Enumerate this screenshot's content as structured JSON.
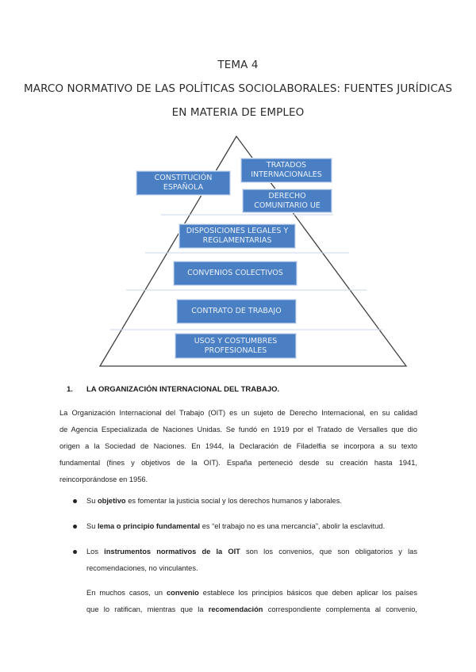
{
  "header": {
    "tema": "TEMA 4",
    "title_line1": "MARCO NORMATIVO DE LAS POLÍTICAS SOCIOLABORALES: FUENTES JURÍDICAS",
    "title_line2": "EN MATERIA DE EMPLEO"
  },
  "pyramid": {
    "constitucion": [
      "CONSTITUCIÓN",
      "ESPAÑOLA"
    ],
    "tratados": [
      "TRATADOS",
      "INTERNACIONALES"
    ],
    "derecho_ue": [
      "DERECHO",
      "COMUNITARIO UE"
    ],
    "disposiciones": [
      "DISPOSICIONES LEGALES Y",
      "REGLAMENTARIAS"
    ],
    "convenios": [
      "CONVENIOS COLECTIVOS"
    ],
    "contrato": [
      "CONTRATO DE TRABAJO"
    ],
    "usos": [
      "USOS Y COSTUMBRES",
      "PROFESIONALES"
    ]
  },
  "section": {
    "number": "1.",
    "heading": "LA ORGANIZACIÓN INTERNACIONAL DEL TRABAJO."
  },
  "intro": {
    "line1": "La Organización Internacional del Trabajo (OIT) es un sujeto de Derecho Internacional, en su calidad",
    "line2": "de Agencia Especializada de Naciones Unidas. Se fundó en 1919 por el Tratado de Versalles que dio",
    "line3": "origen a la Sociedad de Naciones. En 1944, la Declaración de Filadelfia se incorpora a su texto",
    "line4": "fundamental (fines y objetivos de la OIT). España perteneció desde su creación hasta 1941,",
    "line5": "reincorporándose en 1956."
  },
  "bullets": {
    "b1_pre": "Su ",
    "b1_bold": "objetivo",
    "b1_post": " es fomentar la justicia social y los derechos humanos y laborales.",
    "b2_pre": "Su ",
    "b2_bold": "lema o principio fundamental",
    "b2_post": " es “el trabajo no es una mercancía”, abolir la esclavitud.",
    "b3_pre": "Los ",
    "b3_bold": "instrumentos normativos de la OIT",
    "b3_post": " son los convenios, que son obligatorios y las",
    "b3_line2": "recomendaciones, no vinculantes."
  },
  "followup": {
    "l1_pre": "En muchos casos, un ",
    "l1_bold": "convenio",
    "l1_post": " establece los principios básicos que deben aplicar los países",
    "l2_pre": "que lo ratifican, mientras que la ",
    "l2_bold": "recomendación",
    "l2_post": " correspondiente complementa al convenio,"
  }
}
